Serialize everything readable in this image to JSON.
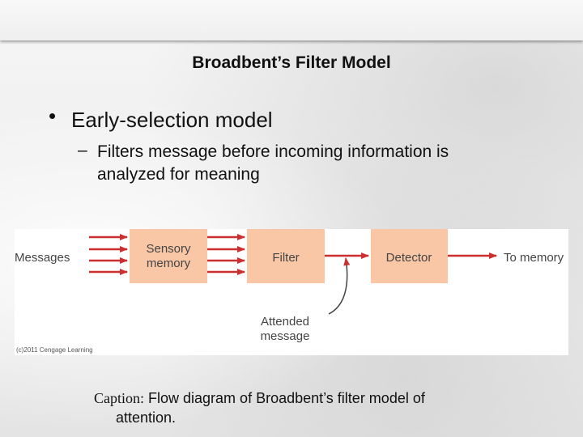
{
  "slide": {
    "title": "Broadbent’s Filter Model",
    "bullet_marker": "•",
    "bullet": "Early-selection model",
    "sub_marker": "–",
    "sub_bullet": "Filters message before incoming information is analyzed for meaning"
  },
  "diagram": {
    "input_label": "Messages",
    "boxes": [
      "Sensory memory",
      "Filter",
      "Detector"
    ],
    "box_lines": [
      [
        "Sensory",
        "memory"
      ],
      [
        "Filter"
      ],
      [
        "Detector"
      ]
    ],
    "output_label": "To memory",
    "attended_lines": [
      "Attended",
      "message"
    ],
    "copyright": "(c)2011 Cengage Learning",
    "colors": {
      "box": "#f9c7a6",
      "arrow": "#cc2f2f",
      "text": "#444444"
    }
  },
  "caption": {
    "lead": "Caption:",
    "text": "Flow diagram of Broadbent’s filter model of",
    "text_line2": "attention."
  }
}
